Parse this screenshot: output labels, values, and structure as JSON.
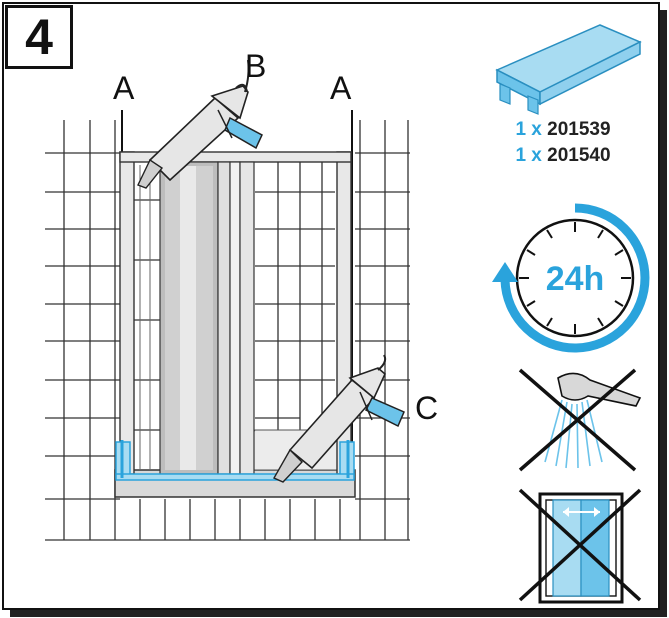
{
  "step": {
    "number": "4"
  },
  "labels": {
    "a_left": "A",
    "b": "B",
    "a_right": "A",
    "c": "C"
  },
  "parts": [
    {
      "qty": "1 x",
      "code": "201539"
    },
    {
      "qty": "1 x",
      "code": "201540"
    }
  ],
  "cure_time": "24h",
  "colors": {
    "accent": "#2aa3dc",
    "ink": "#111111",
    "light_blue": "#a8dcf2"
  },
  "icons": [
    "caulk-gun-icon",
    "end-cap-part-icon",
    "clock-24h-icon",
    "no-shower-icon",
    "no-door-slide-icon"
  ]
}
